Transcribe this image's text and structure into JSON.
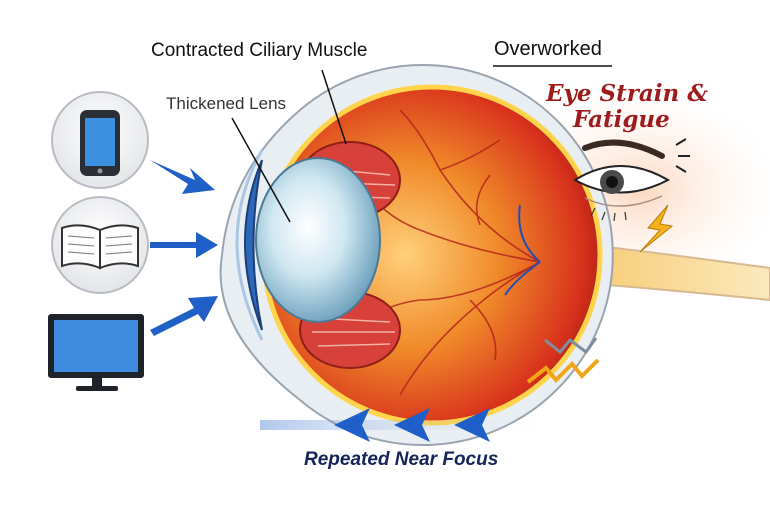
{
  "labels": {
    "ciliary": "Contracted Ciliary Muscle",
    "lens": "Thickened Lens",
    "overworked": "Overworked",
    "strain_line1": "Eye Strain &",
    "strain_line2": "Fatigue",
    "focus": "Repeated Near Focus"
  },
  "devices": [
    {
      "name": "phone",
      "icon": "smartphone-icon"
    },
    {
      "name": "book",
      "icon": "open-book-icon"
    },
    {
      "name": "monitor",
      "icon": "computer-monitor-icon"
    }
  ],
  "colors": {
    "arrow_blue": "#1f5fc7",
    "eye_red": "#d8321c",
    "eye_orange": "#f08a2a",
    "text_dark": "#111111",
    "strain_red": "#9e1b1b",
    "focus_text": "#15245a"
  }
}
